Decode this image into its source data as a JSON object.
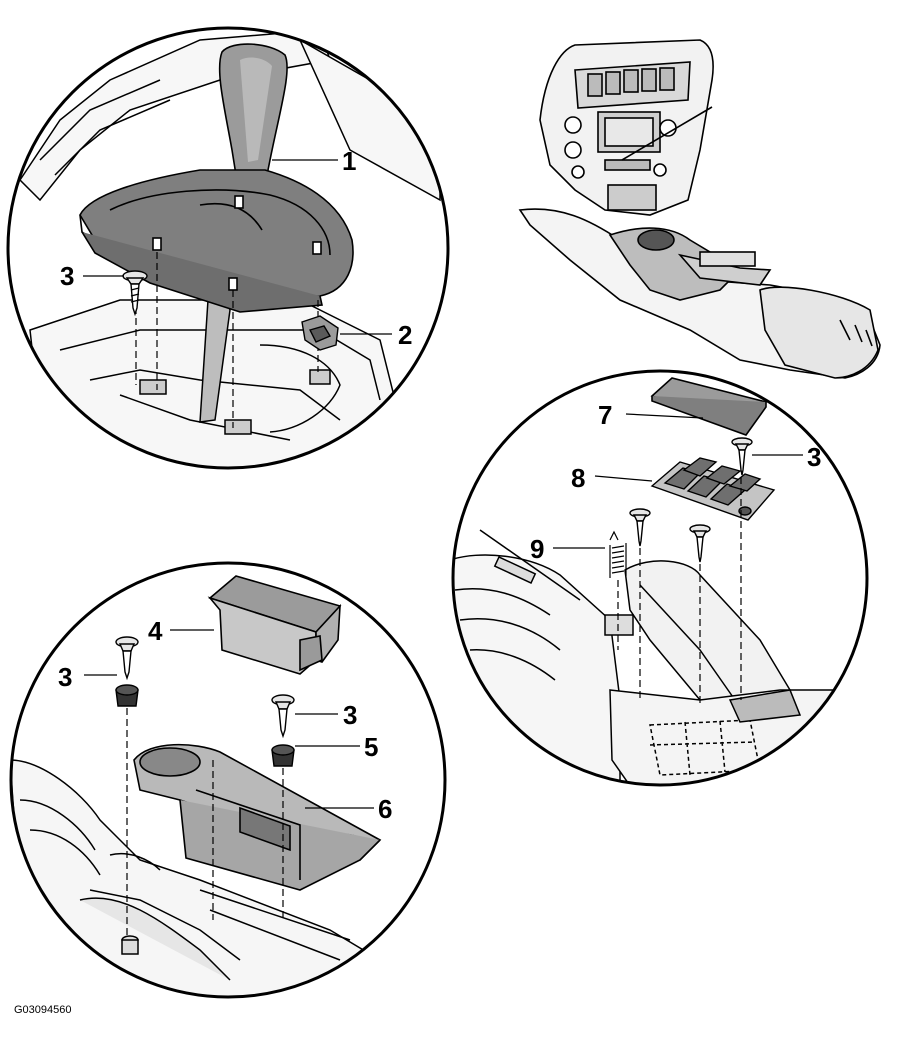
{
  "figure_code": "G03094560",
  "callouts": {
    "shift_boot": "1",
    "clip": "2",
    "screw_top_left": "3",
    "screw_armrest": "3",
    "screw_tray_left": "3",
    "screw_tray_right": "3",
    "storage_box": "4",
    "expanding_nut": "5",
    "cup_holder_tray": "6",
    "mat": "7",
    "cover_plate": "8",
    "spring": "9"
  }
}
